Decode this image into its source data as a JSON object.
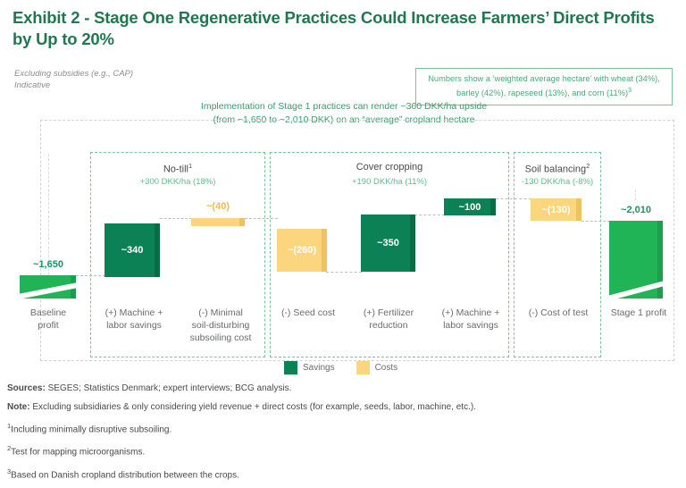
{
  "title": "Exhibit 2 - Stage One Regenerative Practices Could Increase Farmers’ Direct Profits by Up to 20%",
  "subtitle_line1": "Excluding subsidies (e.g., CAP)",
  "subtitle_line2": "Indicative",
  "callout": {
    "line1": "Numbers show a ‘weighted average hectare’ with wheat (34%),",
    "line2": "barley (42%), rapeseed (13%), and corn (11%)",
    "superscript": "3"
  },
  "banner": {
    "line1": "Implementation of Stage 1 practices can render ~360 DKK/ha upside",
    "line2": "(from ~1,650 to ~2,010 DKK) on an “average” cropland hectare"
  },
  "groups": [
    {
      "name": "No-till",
      "sup": "1",
      "delta": "+300 DKK/ha (18%)"
    },
    {
      "name": "Cover cropping",
      "sup": "",
      "delta": "+190 DKK/ha (11%)"
    },
    {
      "name": "Soil balancing",
      "sup": "2",
      "delta": "-130 DKK/ha (-8%)"
    }
  ],
  "legend": {
    "savings_label": "Savings",
    "costs_label": "Costs",
    "savings_color": "#0d8156",
    "costs_color": "#fbd67e"
  },
  "notes": {
    "sources_label": "Sources:",
    "sources_text": " SEGES; Statistics Denmark; expert interviews; BCG analysis.",
    "note_label": "Note:",
    "note_text": " Excluding subsidiaries & only considering yield revenue + direct costs (for example, seeds, labor, machine, etc.).",
    "fn1_sup": "1",
    "fn1_text": "Including minimally disruptive subsoiling.",
    "fn2_sup": "2",
    "fn2_text": "Test for mapping microorganisms.",
    "fn3_sup": "3",
    "fn3_text": "Based on Danish cropland distribution between the crops."
  },
  "chart_data": {
    "type": "bar",
    "chart_subtype": "waterfall",
    "title": "Stage One Regenerative Practices Could Increase Farmers’ Direct Profits by Up to 20%",
    "xlabel": "",
    "ylabel": "DKK/ha",
    "grid": false,
    "legend_position": "bottom-center",
    "axis_break": true,
    "categories": [
      "Baseline profit",
      "(+) Machine + labor savings",
      "(-) Minimal soil-disturbing subsoiling cost",
      "(-) Seed cost",
      "(+) Fertilizer reduction",
      "(+) Machine + labor savings",
      "(-) Cost of test",
      "Stage 1 profit"
    ],
    "values": [
      1650,
      340,
      -40,
      -260,
      350,
      100,
      -130,
      2010
    ],
    "data_labels": [
      "~1,650",
      "~340",
      "~(40)",
      "~(260)",
      "~350",
      "~100",
      "~(130)",
      "~2,010"
    ],
    "bar_kinds": [
      "total",
      "savings",
      "costs",
      "costs",
      "savings",
      "savings",
      "costs",
      "total"
    ],
    "group_assignment": [
      null,
      "No-till",
      "No-till",
      "Cover cropping",
      "Cover cropping",
      "Cover cropping",
      "Soil balancing",
      null
    ],
    "group_totals": {
      "No-till": 300,
      "Cover cropping": 190,
      "Soil balancing": -130
    },
    "group_percentages": {
      "No-till": "18%",
      "Cover cropping": "11%",
      "Soil balancing": "-8%"
    },
    "net_change": 360,
    "start_value": 1650,
    "end_value": 2010
  },
  "bars": [
    {
      "label": "~1,650",
      "cat_line1": "Baseline",
      "cat_line2": "profit",
      "kind": "total"
    },
    {
      "label": "~340",
      "cat_line1": "(+) Machine +",
      "cat_line2": "labor savings",
      "kind": "savings"
    },
    {
      "label": "~(40)",
      "cat_line1": "(-) Minimal",
      "cat_line2": "soil-disturbing",
      "cat_line3": "subsoiling cost",
      "kind": "costs"
    },
    {
      "label": "~(260)",
      "cat_line1": "(-) Seed cost",
      "cat_line2": "",
      "kind": "costs"
    },
    {
      "label": "~350",
      "cat_line1": "(+) Fertilizer",
      "cat_line2": "reduction",
      "kind": "savings"
    },
    {
      "label": "~100",
      "cat_line1": "(+) Machine +",
      "cat_line2": "labor savings",
      "kind": "savings"
    },
    {
      "label": "~(130)",
      "cat_line1": "(-) Cost of test",
      "cat_line2": "",
      "kind": "costs"
    },
    {
      "label": "~2,010",
      "cat_line1": "Stage 1 profit",
      "cat_line2": "",
      "kind": "total"
    }
  ]
}
